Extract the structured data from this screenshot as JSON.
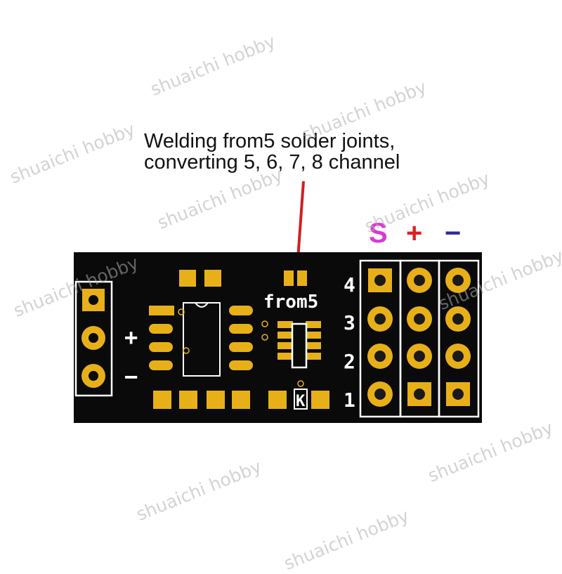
{
  "caption": {
    "line1": "Welding from5 solder joints,",
    "line2": "converting 5, 6, 7, 8 channel"
  },
  "pin_header": {
    "legend": [
      {
        "symbol": "S",
        "color": "#d63ad6"
      },
      {
        "symbol": "+",
        "color": "#e02020"
      },
      {
        "symbol": "−",
        "color": "#2a2a9a"
      }
    ],
    "rows": [
      "4",
      "3",
      "2",
      "1"
    ]
  },
  "board": {
    "silkscreen_label": "from5",
    "plus_mark": "+",
    "minus_mark": "−",
    "diode_mark": "K",
    "colors": {
      "substrate": "#0a0a0a",
      "copper": "#e8b018",
      "silk": "#ffffff",
      "arrow": "#d02020"
    }
  },
  "watermark": {
    "text": "shuaichi hobby"
  }
}
